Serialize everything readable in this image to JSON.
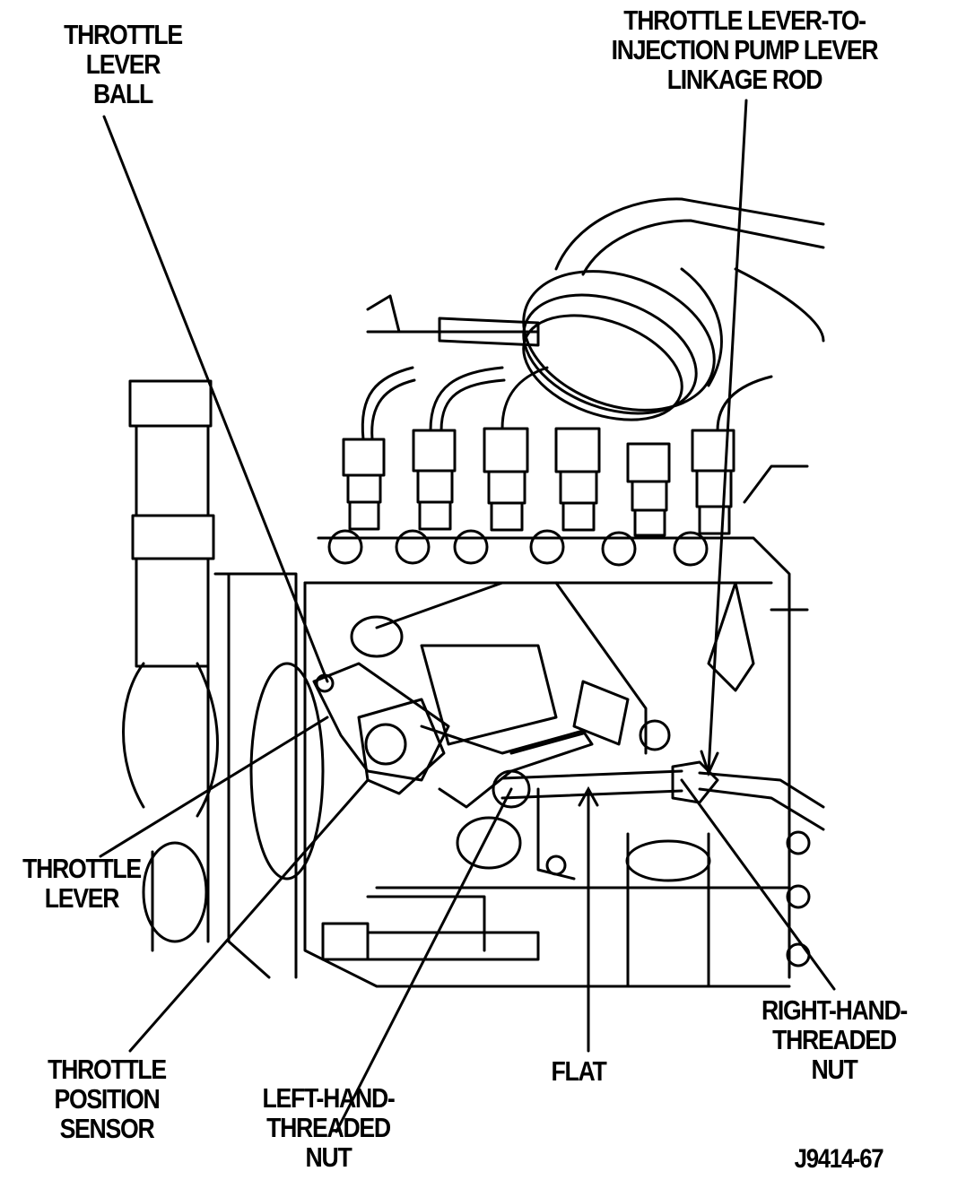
{
  "diagram": {
    "labels": {
      "throttle_lever_ball": [
        "THROTTLE",
        "LEVER",
        "BALL"
      ],
      "linkage_rod": [
        "THROTTLE LEVER-TO-",
        "INJECTION PUMP LEVER",
        "LINKAGE ROD"
      ],
      "throttle_lever": [
        "THROTTLE",
        "LEVER"
      ],
      "throttle_position_sensor": [
        "THROTTLE",
        "POSITION",
        "SENSOR"
      ],
      "left_hand_threaded_nut": [
        "LEFT-HAND-",
        "THREADED",
        "NUT"
      ],
      "flat": [
        "FLAT"
      ],
      "right_hand_threaded_nut": [
        "RIGHT-HAND-",
        "THREADED",
        "NUT"
      ]
    },
    "figure_code": "J9414-67",
    "colors": {
      "ink": "#000000",
      "paper": "#ffffff"
    }
  }
}
